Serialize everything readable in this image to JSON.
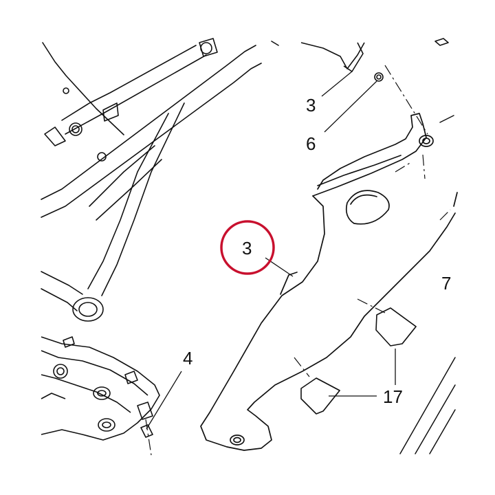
{
  "callouts": {
    "highlighted": "3",
    "upper_3": "3",
    "upper_6": "6",
    "left_4": "4",
    "right_7": "7",
    "bottom_17": "17"
  },
  "highlight_color": "#c8102e",
  "line_color": "#111111"
}
